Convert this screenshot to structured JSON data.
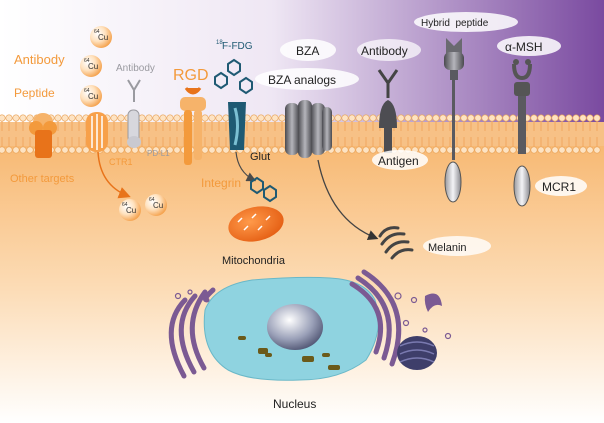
{
  "labels": {
    "antibody_orange": "Antibody",
    "peptide": "Peptide",
    "other_targets": "Other targets",
    "cu64": "64Cu",
    "cu64_sup": "64",
    "cu64_sym": "Cu",
    "antibody_gray": "Antibody",
    "ctr1": "CTR1",
    "pdl1": "PD-L1",
    "rgd": "RGD",
    "integrin": "Integrin",
    "fdg_sup": "18",
    "fdg": "F-FDG",
    "glut": "Glut",
    "mitochondria": "Mitochondria",
    "bza": "BZA",
    "bza_analogs": "BZA analogs",
    "antibody_right": "Antibody",
    "antigen": "Antigen",
    "melanin": "Melanin",
    "hybrid_peptide": "Hybrid  peptide",
    "alpha_msh": "α-MSH",
    "mcr1": "MCR1",
    "nucleus": "Nucleus"
  },
  "colors": {
    "orange": "#f39a3c",
    "dark_orange": "#e8731a",
    "purple": "#7a4aa0",
    "membrane_head": "#f2c79a",
    "cytoplasm": "#fbd6a6",
    "nucleus": "#8fd3e0",
    "er": "#7b5a93",
    "gray_protein": "#6e6e73",
    "melanin": "#555555",
    "fdg_hex": "#1f5a73"
  }
}
